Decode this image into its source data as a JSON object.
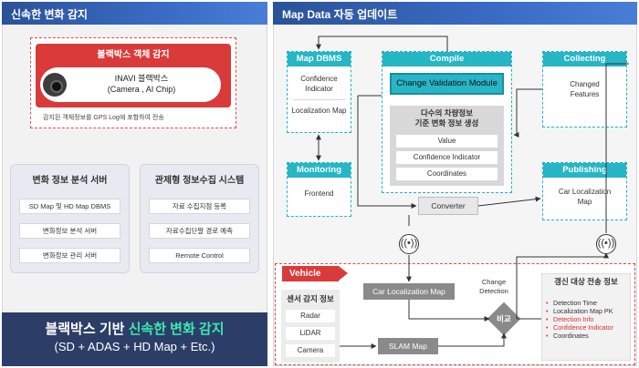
{
  "left": {
    "header": "신속한 변화 감지",
    "detect": {
      "title": "블랙박스 객체 감지",
      "device_line1": "INAVI 블랙박스",
      "device_line2": "(Camera , AI Chip)",
      "note": "감지된 객체정보를 GPS Log에 포함하여 전송"
    },
    "analysis": {
      "title": "변화 정보 분석 서버",
      "items": [
        "SD Map 및 HD Map DBMS",
        "변화정보 분석 서버",
        "변화정보 관리 서버"
      ]
    },
    "control": {
      "title": "관제형 정보수집 시스템",
      "items": [
        "자료 수집지점 등록",
        "자료수집단말 경로 예측",
        "Remote Control"
      ]
    },
    "banner": {
      "line1_prefix": "블랙박스 기반 ",
      "line1_highlight": "신속한 변화 감지",
      "line2": "(SD + ADAS + HD Map + Etc.)"
    }
  },
  "right": {
    "header": "Map Data 자동 업데이트",
    "map_dbms": {
      "title": "Map DBMS",
      "items": [
        "Confidence Indicator",
        "Localization Map"
      ]
    },
    "monitoring": {
      "title": "Monitoring",
      "items": [
        "Frontend"
      ]
    },
    "compile": {
      "title": "Compile",
      "module": "Change Validation Module",
      "sub_title_line1": "다수의 차량정보",
      "sub_title_line2": "기준 변화 정보 생성",
      "items": [
        "Value",
        "Confidence Indicator",
        "Coordinates"
      ]
    },
    "converter": "Converter",
    "collecting": {
      "title": "Collecting",
      "items": [
        "Changed Features"
      ]
    },
    "publishing": {
      "title": "Publishing",
      "items": [
        "Car Localization Map"
      ]
    },
    "vehicle": {
      "tag": "Vehicle",
      "sensor_title": "센서 감지 정보",
      "sensors": [
        "Radar",
        "LiDAR",
        "Camera"
      ],
      "car_loc_map": "Car Localization Map",
      "slam_map": "SLAM Map",
      "compare": "비교",
      "change_detection_line1": "Change",
      "change_detection_line2": "Detection",
      "info_title": "갱신 대상 전송 정보",
      "info_items": [
        {
          "text": "Detection Time",
          "highlight": false
        },
        {
          "text": "Localization Map PK",
          "highlight": false
        },
        {
          "text": "Detection Info",
          "highlight": true
        },
        {
          "text": "Confidence Indicator",
          "highlight": true
        },
        {
          "text": "Coordinates",
          "highlight": false
        }
      ]
    }
  },
  "colors": {
    "header_blue": "#2a5298",
    "teal": "#27b6c6",
    "red": "#d93a3a",
    "banner_navy": "#2c3e67",
    "banner_highlight": "#3be8b0"
  },
  "icons": [
    "camera-icon",
    "wifi-icon"
  ]
}
